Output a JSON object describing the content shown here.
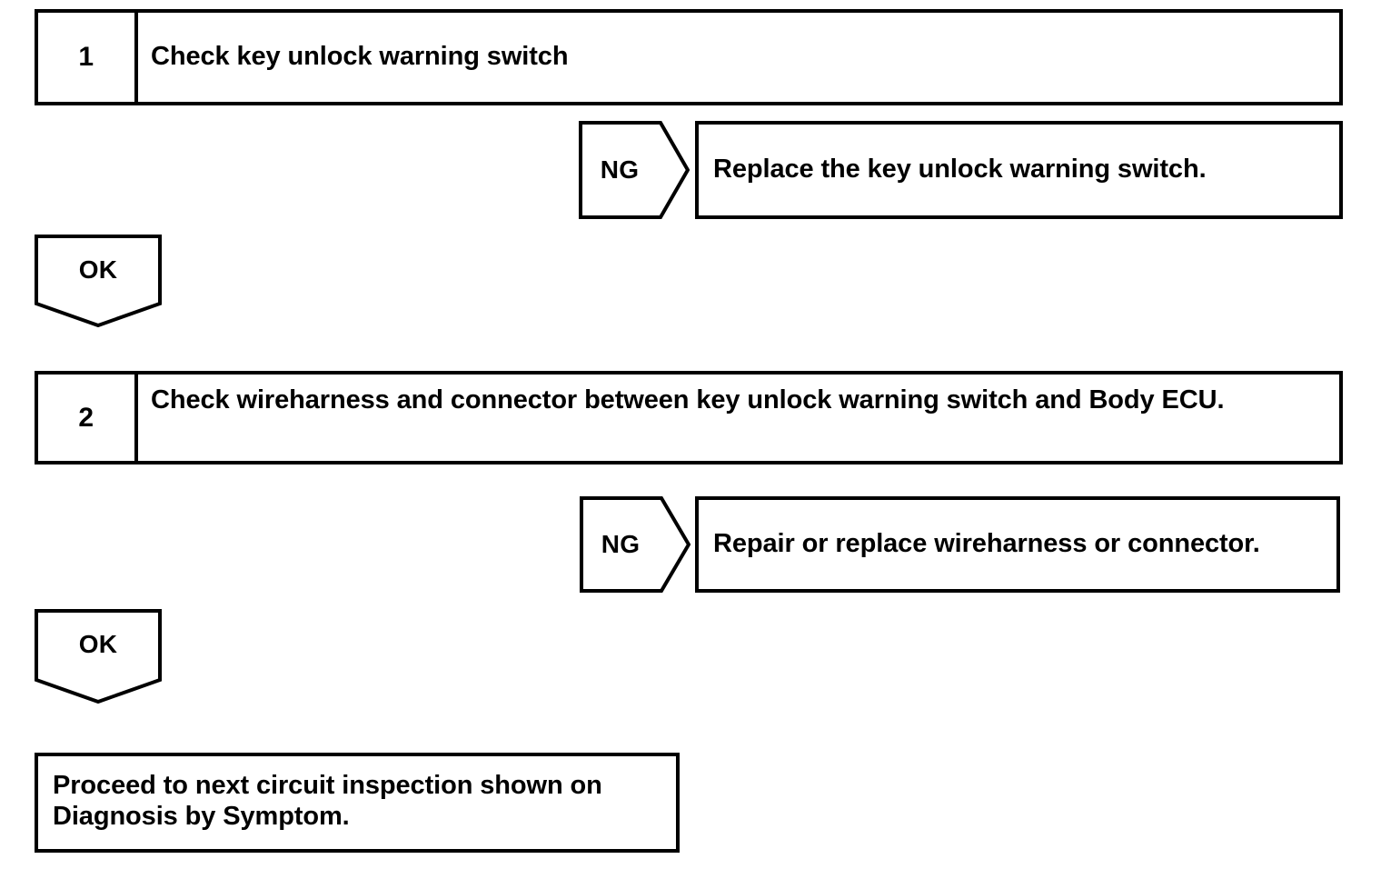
{
  "diagram": {
    "type": "troubleshooting-flowchart",
    "line_color": "#000000",
    "background_color": "#ffffff",
    "text_color": "#000000"
  },
  "steps": [
    {
      "number": "1",
      "text": "Check key unlock warning switch",
      "ng_label": "NG",
      "ng_result": "Replace the key unlock warning switch.",
      "ok_label": "OK"
    },
    {
      "number": "2",
      "text": "Check wireharness and connector between key unlock warning switch and Body ECU.",
      "ng_label": "NG",
      "ng_result": "Repair or replace wireharness or connector.",
      "ok_label": "OK"
    }
  ],
  "final": {
    "text": "Proceed to next circuit inspection shown on Diagnosis by Symptom."
  }
}
